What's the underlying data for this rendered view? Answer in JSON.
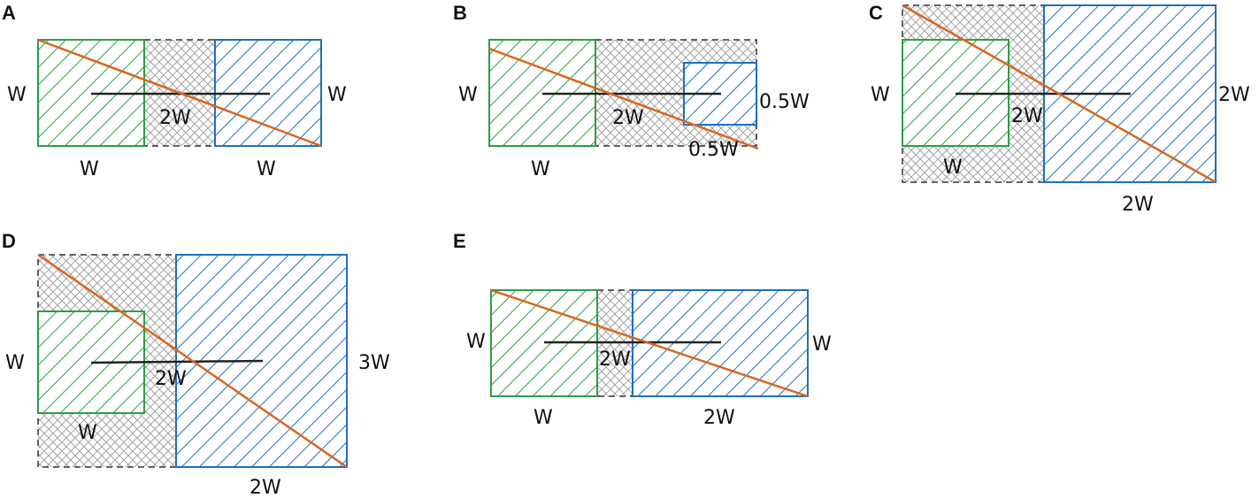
{
  "colors": {
    "green": "#2e9e46",
    "blue": "#1f6fc2",
    "orange": "#d9661f",
    "dark": "#222222",
    "dash": "#333333",
    "gray_hatch": "#9a9a9a"
  },
  "panels": {
    "A": {
      "label": "A",
      "left": "W",
      "right": "W",
      "bottom_left": "W",
      "bottom_right": "W",
      "center": "2W"
    },
    "B": {
      "label": "B",
      "left": "W",
      "right": "0.5W",
      "bottom_left": "W",
      "bottom_right": "0.5W",
      "center": "2W"
    },
    "C": {
      "label": "C",
      "left": "W",
      "right": "2W",
      "bottom_left": "W",
      "bottom_right": "2W",
      "center": "2W"
    },
    "D": {
      "label": "D",
      "left": "W",
      "right": "3W",
      "bottom_left": "W",
      "bottom_right": "2W",
      "center": "2W"
    },
    "E": {
      "label": "E",
      "left": "W",
      "right": "W",
      "bottom_left": "W",
      "bottom_right": "2W",
      "center": "2W"
    }
  }
}
